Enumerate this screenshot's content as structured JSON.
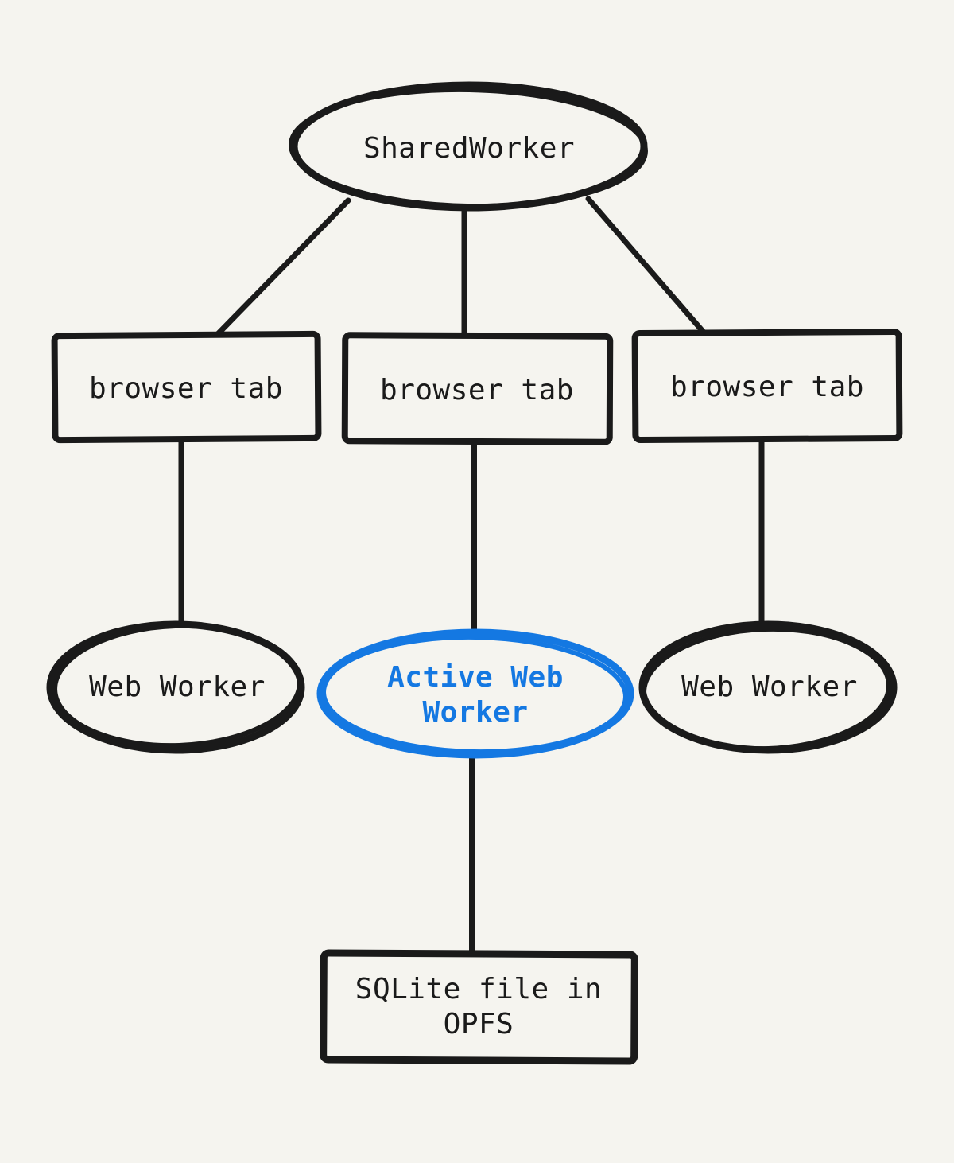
{
  "diagram": {
    "title": "SharedWorker / Web Worker / OPFS architecture diagram",
    "colors": {
      "background": "#f5f4ef",
      "ink": "#1a1a1a",
      "accent_blue": "#1478e2"
    },
    "nodes": {
      "shared_worker": {
        "label": "SharedWorker",
        "shape": "ellipse",
        "color": "ink"
      },
      "browser_tab_1": {
        "label": "browser tab",
        "shape": "rectangle",
        "color": "ink"
      },
      "browser_tab_2": {
        "label": "browser tab",
        "shape": "rectangle",
        "color": "ink"
      },
      "browser_tab_3": {
        "label": "browser tab",
        "shape": "rectangle",
        "color": "ink"
      },
      "web_worker_1": {
        "label": "Web Worker",
        "shape": "ellipse",
        "color": "ink"
      },
      "active_web_worker": {
        "label": "Active Web Worker",
        "shape": "ellipse",
        "color": "accent_blue"
      },
      "web_worker_2": {
        "label": "Web Worker",
        "shape": "ellipse",
        "color": "ink"
      },
      "sqlite_file": {
        "label": "SQLite file in OPFS",
        "shape": "rectangle",
        "color": "ink"
      }
    },
    "edges": [
      {
        "from": "shared_worker",
        "to": "browser_tab_1"
      },
      {
        "from": "shared_worker",
        "to": "browser_tab_2"
      },
      {
        "from": "shared_worker",
        "to": "browser_tab_3"
      },
      {
        "from": "browser_tab_1",
        "to": "web_worker_1"
      },
      {
        "from": "browser_tab_2",
        "to": "active_web_worker"
      },
      {
        "from": "browser_tab_3",
        "to": "web_worker_2"
      },
      {
        "from": "active_web_worker",
        "to": "sqlite_file"
      }
    ]
  }
}
